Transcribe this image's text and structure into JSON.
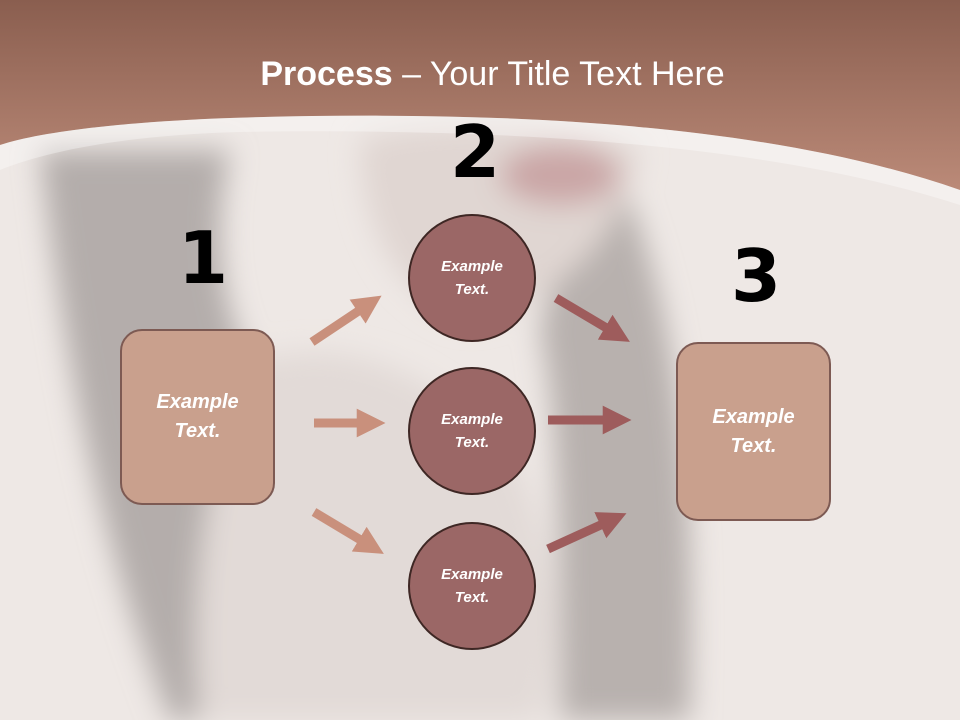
{
  "title": {
    "bold": "Process",
    "rest": " – Your Title Text Here"
  },
  "steps": [
    {
      "number": "1"
    },
    {
      "number": "2"
    },
    {
      "number": "3"
    }
  ],
  "left_box": {
    "line1": "Example",
    "line2": "Text."
  },
  "circles": [
    {
      "line1": "Example",
      "line2": "Text."
    },
    {
      "line1": "Example",
      "line2": "Text."
    },
    {
      "line1": "Example",
      "line2": "Text."
    }
  ],
  "right_box": {
    "line1": "Example",
    "line2": "Text."
  },
  "colors": {
    "header": "#a57160",
    "box_fill": "#c9a08d",
    "circle_fill": "#9b6766",
    "arrow_left": "#c9907c",
    "arrow_right": "#9e5c5c"
  }
}
